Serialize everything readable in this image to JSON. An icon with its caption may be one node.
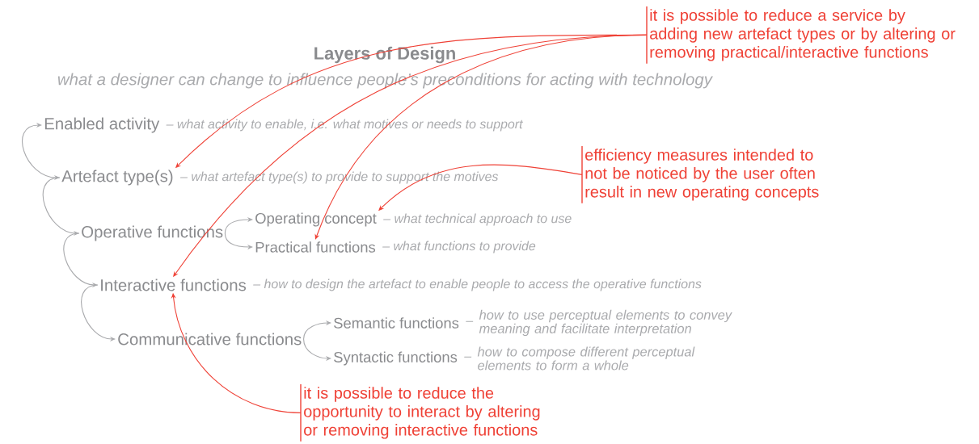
{
  "diagram": {
    "title": "Layers of Design",
    "caption": "what a designer can change to influence people’s preconditions for acting with technology",
    "nodes": [
      {
        "text": [
          "Enabled activity"
        ],
        "beside": [
          "– what activity to enable, i.e. what motives or needs to support"
        ]
      },
      {
        "text": [
          "Artefact type(s)"
        ],
        "beside": [
          "– what artefact type(s) to provide to support the motives"
        ]
      },
      {
        "text": [
          "Operative functions"
        ]
      },
      {
        "text": [
          "Operating concept"
        ],
        "beside": [
          "– what technical approach to use"
        ]
      },
      {
        "text": [
          "Practical functions"
        ],
        "beside": [
          "– what functions to provide"
        ]
      },
      {
        "text": [
          "Interactive functions"
        ],
        "beside": [
          "– how to design the artefact to enable people to access the operative functions"
        ]
      },
      {
        "text": [
          "Communicative functions"
        ]
      },
      {
        "text": [
          "Semantic functions"
        ],
        "beside": [
          "–",
          "how to use perceptual elements to convey meaning and facilitate interpretation"
        ]
      },
      {
        "text": [
          "Syntactic functions"
        ],
        "beside": [
          "–",
          "how to compose different perceptual elements to form a whole"
        ]
      },
      {
        "text": [
          "it is possible to reduce a service by adding new artefact types or by altering or removing practical/interactive functions"
        ]
      },
      {
        "text": [
          "efficiency measures intended to not be noticed by the user often result in new operating concepts"
        ]
      },
      {
        "text": [
          "it is possible to reduce the opportunity to interact by altering or removing interactive functions"
        ]
      }
    ],
    "edges": [
      {
        "from": 0,
        "to": 1,
        "arrow": "both"
      },
      {
        "from": 1,
        "to": 2,
        "arrow": "to"
      },
      {
        "from": 2,
        "to": 5,
        "arrow": "to"
      },
      {
        "from": 5,
        "to": 6,
        "arrow": "to"
      },
      {
        "from": 2,
        "to": 3,
        "arrow": "to"
      },
      {
        "from": 2,
        "to": 4,
        "arrow": "to"
      },
      {
        "from": 6,
        "to": 7,
        "arrow": "to"
      },
      {
        "from": 6,
        "to": 8,
        "arrow": "to"
      },
      {
        "from": 9,
        "to": 1,
        "arrow": "to",
        "color": "#ef4136"
      },
      {
        "from": 9,
        "to": 4,
        "arrow": "to",
        "color": "#ef4136"
      },
      {
        "from": 9,
        "to": 5,
        "arrow": "to",
        "color": "#ef4136"
      },
      {
        "from": 10,
        "to": 3,
        "arrow": "to",
        "color": "#ef4136"
      },
      {
        "from": 11,
        "to": 5,
        "arrow": "to",
        "color": "#ef4136"
      }
    ]
  }
}
